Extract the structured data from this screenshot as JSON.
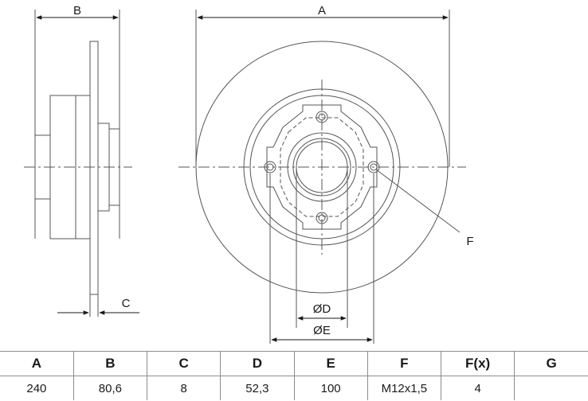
{
  "drawing": {
    "labels": {
      "a": "A",
      "b": "B",
      "c": "C",
      "f": "F",
      "d": "ØD",
      "e": "ØE"
    }
  },
  "table": {
    "headers": [
      "A",
      "B",
      "C",
      "D",
      "E",
      "F",
      "F(x)",
      "G"
    ],
    "values": [
      "240",
      "80,6",
      "8",
      "52,3",
      "100",
      "M12x1,5",
      "4",
      ""
    ]
  }
}
